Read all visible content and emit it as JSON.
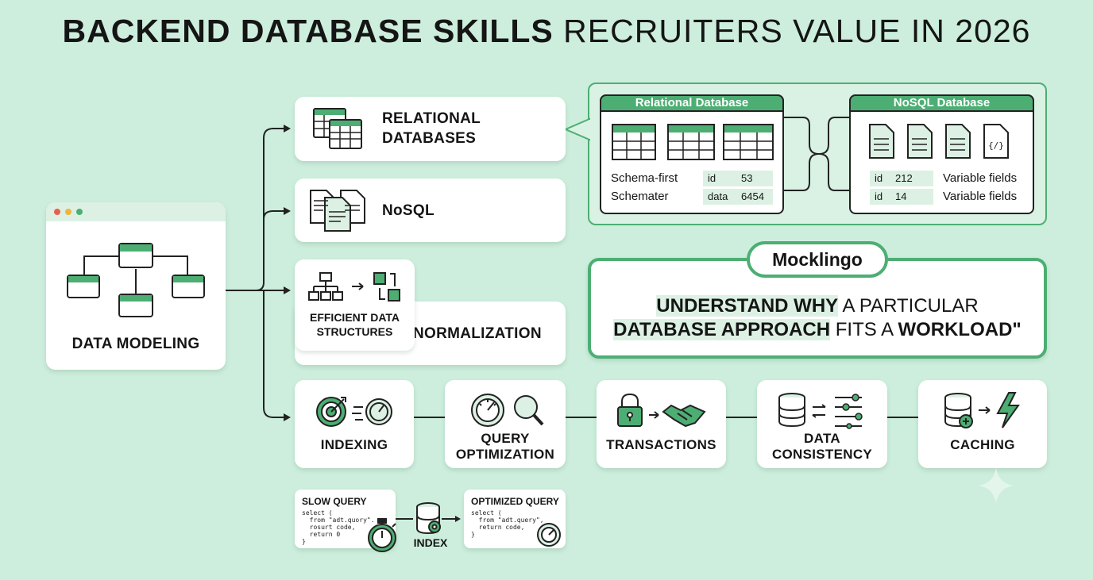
{
  "title": {
    "bold": "BACKEND DATABASE SKILLS",
    "light": "RECRUITERS VALUE IN 2026"
  },
  "data_modeling": {
    "label": "DATA MODELING"
  },
  "branches": {
    "relational": {
      "line1": "RELATIONAL",
      "line2": "DATABASES"
    },
    "nosql": {
      "label": "NoSQL"
    },
    "structures": {
      "line1": "EFFICIENT DATA",
      "line2": "STRUCTURES"
    },
    "normalization": {
      "label": "NORMALIZATION"
    }
  },
  "comparison": {
    "relational": {
      "header": "Relational Database",
      "rows": [
        {
          "label": "Schema-first",
          "key": "id",
          "value": "53"
        },
        {
          "label": "Schemater",
          "key": "data",
          "value": "6454"
        }
      ]
    },
    "nosql": {
      "header": "NoSQL Database",
      "rows": [
        {
          "key": "id",
          "value": "212",
          "label": "Variable fields"
        },
        {
          "key": "id",
          "value": "14",
          "label": "Variable fields"
        }
      ]
    }
  },
  "quote": {
    "brand": "Mocklingo",
    "line1": {
      "a": "UNDERSTAND WHY",
      "b": " A PARTICULAR"
    },
    "line2": {
      "a": "DATABASE APPROACH",
      "b": " FITS A ",
      "c": "WORKLOAD",
      "d": "\""
    }
  },
  "skills": [
    {
      "line1": "INDEXING",
      "line2": ""
    },
    {
      "line1": "QUERY",
      "line2": "OPTIMIZATION"
    },
    {
      "line1": "TRANSACTIONS",
      "line2": ""
    },
    {
      "line1": "DATA",
      "line2": "CONSISTENCY"
    },
    {
      "line1": "CACHING",
      "line2": ""
    }
  ],
  "query_example": {
    "slow": {
      "title": "SLOW QUERY",
      "code": "select (\n  from \"adt.quory\".\n  rosurt code,\n  return 0\n}"
    },
    "index": {
      "label": "INDEX"
    },
    "optimized": {
      "title": "OPTIMIZED QUERY",
      "code": "select (\n  from \"adt.query\",\n  return code,\n}"
    }
  },
  "colors": {
    "background": "#cdeedd",
    "accent": "#4dae73",
    "accent_light": "#dcf1e3",
    "ink": "#222222"
  },
  "icons": [
    "window-dots-icon",
    "er-diagram-icon",
    "tables-icon",
    "documents-icon",
    "tree-icon",
    "arrow-icon",
    "blocks-icon",
    "target-icon",
    "speed-gauge-icon",
    "gauge-icon",
    "magnifier-icon",
    "lock-icon",
    "handshake-icon",
    "database-icon",
    "sync-arrows-icon",
    "sliders-icon",
    "cache-db-icon",
    "lightning-icon",
    "stopwatch-icon",
    "sparkle-icon"
  ]
}
